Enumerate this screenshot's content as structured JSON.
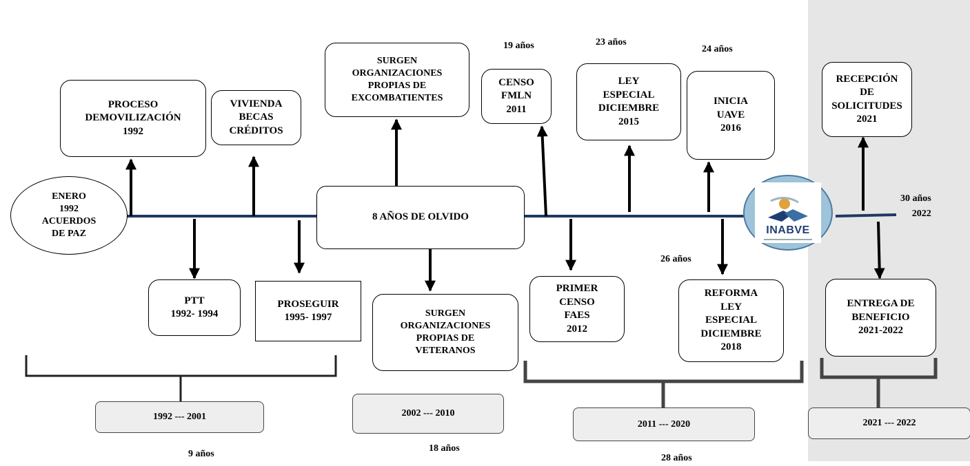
{
  "events_top": {
    "acuerdos": "ENERO\n1992\nACUERDOS\nDE PAZ",
    "proceso": "PROCESO\nDEMOVILIZACIÓN\n1992",
    "vivienda": "VIVIENDA\nBECAS\nCRÉDITOS",
    "org_excomb": "SURGEN\nORGANIZACIONES\nPROPIAS DE\nEXCOMBATIENTES",
    "censo_fmln": "CENSO\nFMLN\n2011",
    "ley_especial": "LEY\nESPECIAL\nDICIEMBRE\n2015",
    "inicia_uave": "INICIA\nUAVE\n2016",
    "recepcion": "RECEPCIÓN\nDE\nSOLICITUDES\n2021"
  },
  "events_bottom": {
    "ptt": "PTT\n1992- 1994",
    "proseguir": "PROSEGUIR\n1995- 1997",
    "org_veteranos": "SURGEN\nORGANIZACIONES\nPROPIAS DE\nVETERANOS",
    "primer_censo": "PRIMER\nCENSO\nFAES\n2012",
    "reforma": "REFORMA\nLEY\nESPECIAL\nDICIEMBRE\n2018",
    "entrega": "ENTREGA DE\nBENEFICIO\n2021-2022"
  },
  "center_label": "8 AÑOS DE OLVIDO",
  "year_labels": {
    "y19": "19 años",
    "y23": "23 años",
    "y24": "24 años",
    "y26": "26 años",
    "y30": "30 años\n2022",
    "y9": "9 años",
    "y18": "18 años",
    "y28": "28 años"
  },
  "periods": {
    "p1": "1992  --- 2001",
    "p2": "2002  --- 2010",
    "p3": "2011  --- 2020",
    "p4": "2021  --- 2022"
  },
  "logo_text": "INABVE",
  "colors": {
    "timeline": "#1f3864",
    "panel": "#e6e6e6",
    "logo_ring": "#9fc3d9"
  }
}
